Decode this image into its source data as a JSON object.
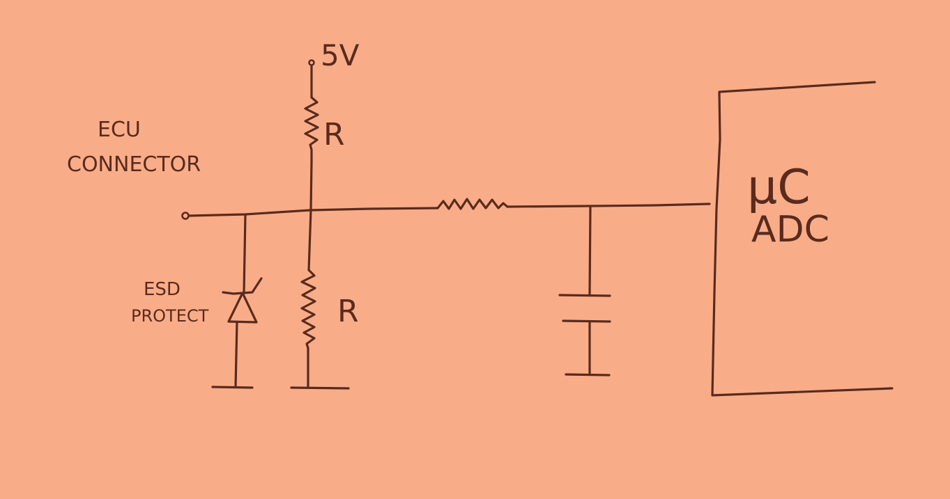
{
  "background_color": "#f7a983",
  "ink_color": "#5a2a1e",
  "labels": {
    "ecu": "ECU",
    "connector": "CONNECTOR",
    "supply": "5V",
    "pullup_resistor": "R",
    "pulldown_resistor": "R",
    "esd": "ESD",
    "protect": "PROTECT",
    "mcu": "μC",
    "adc": "ADC"
  }
}
